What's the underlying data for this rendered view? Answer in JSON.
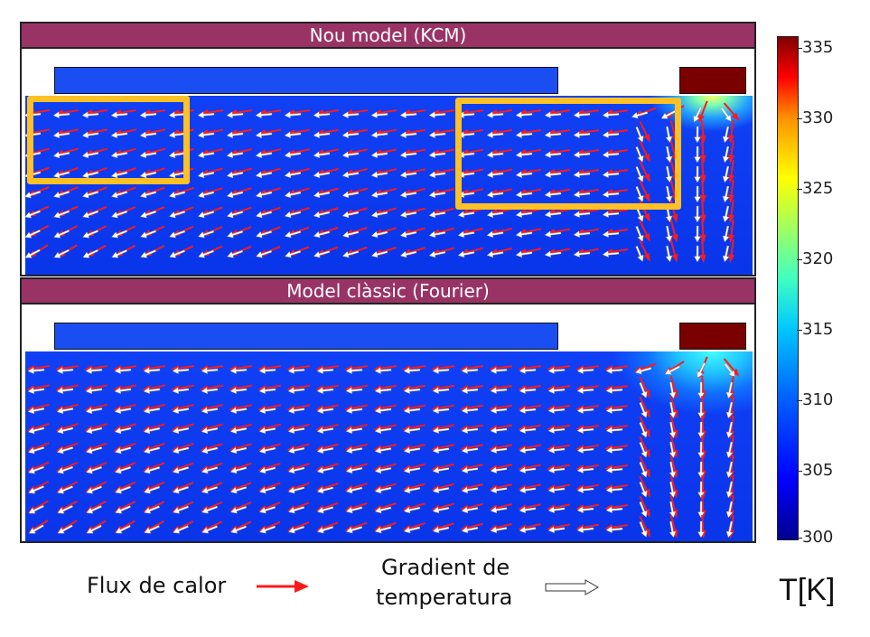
{
  "panels": [
    {
      "title": "Nou model (KCM)"
    },
    {
      "title": "Model clàssic (Fourier)"
    }
  ],
  "colorbar": {
    "ticks": [
      "335",
      "330",
      "325",
      "320",
      "315",
      "310",
      "305",
      "300"
    ],
    "unit": "T[K]"
  },
  "legend": {
    "heat_flux": "Flux de calor",
    "gradient_line1": "Gradient de",
    "gradient_line2": "temperatura"
  },
  "colors": {
    "title_bar": "#993366",
    "heat_flux_arrow": "#ff1a1a",
    "gradient_arrow": "#ffffff",
    "highlight_box": "#ffc125"
  }
}
